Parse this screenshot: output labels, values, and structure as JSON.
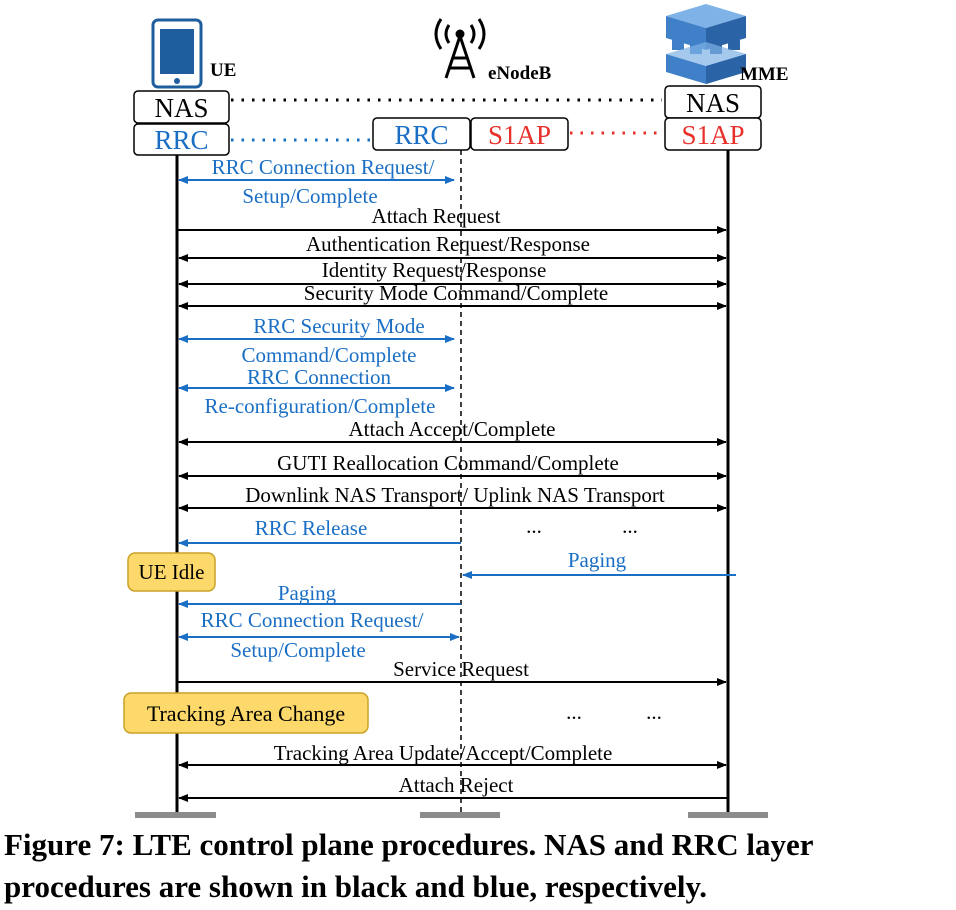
{
  "entities": {
    "ue": "UE",
    "enodeb": "eNodeB",
    "mme": "MME"
  },
  "layers": {
    "ue_nas": "NAS",
    "ue_rrc": "RRC",
    "enb_rrc": "RRC",
    "enb_s1ap": "S1AP",
    "mme_nas": "NAS",
    "mme_s1ap": "S1AP"
  },
  "messages": [
    {
      "line1": "RRC Connection Request/",
      "line2": "Setup/Complete",
      "color": "#1a6fc4"
    },
    {
      "line1": "Attach Request",
      "color": "#000000"
    },
    {
      "line1": "Authentication Request/Response",
      "color": "#000000"
    },
    {
      "line1": "Identity Request/Response",
      "color": "#000000"
    },
    {
      "line1": "Security Mode Command/Complete",
      "color": "#000000"
    },
    {
      "line1": "RRC Security Mode",
      "line2": "Command/Complete",
      "color": "#1a6fc4"
    },
    {
      "line1": "RRC Connection",
      "line2": "Re-configuration/Complete",
      "color": "#1a6fc4"
    },
    {
      "line1": "Attach Accept/Complete",
      "color": "#000000"
    },
    {
      "line1": "GUTI Reallocation Command/Complete",
      "color": "#000000"
    },
    {
      "line1": "Downlink NAS Transport/ Uplink NAS Transport",
      "color": "#000000"
    },
    {
      "line1": "RRC Release",
      "color": "#1a6fc4"
    },
    {
      "line1": "Paging",
      "color": "#1a6fc4"
    },
    {
      "line1": "Paging",
      "color": "#1a6fc4"
    },
    {
      "line1": "RRC Connection Request/",
      "line2": "Setup/Complete",
      "color": "#1a6fc4"
    },
    {
      "line1": "Service Request",
      "color": "#000000"
    },
    {
      "line1": "Tracking Area Update/Accept/Complete",
      "color": "#000000"
    },
    {
      "line1": "Attach Reject",
      "color": "#000000"
    }
  ],
  "states": {
    "ue_idle": "UE Idle",
    "tracking_area_change": "Tracking Area Change"
  },
  "ellipsis": {
    "row1_a": "...",
    "row1_b": "...",
    "row2_a": "...",
    "row2_b": "..."
  },
  "colors": {
    "nas": "#000000",
    "rrc": "#1a6fc4",
    "s1ap": "#e8302a",
    "state_fill": "#fcd96a",
    "state_stroke": "#c9a227",
    "mme_icon": "#3f80c8",
    "ground": "#8c8c8c"
  },
  "icons": [
    "tablet-icon",
    "antenna-icon",
    "server-icon"
  ],
  "caption": {
    "line1": "Figure 7: LTE control plane procedures. NAS and RRC layer",
    "line2": "procedures are shown in black and blue, respectively."
  }
}
